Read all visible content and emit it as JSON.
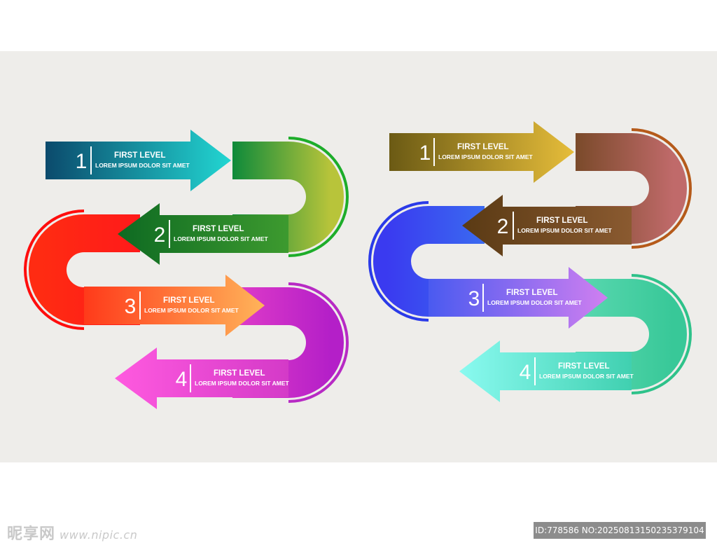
{
  "diagrams": [
    {
      "steps": [
        {
          "number": "1",
          "title": "FIRST LEVEL",
          "subtitle": "LOREM IPSUM DOLOR SIT AMET"
        },
        {
          "number": "2",
          "title": "FIRST LEVEL",
          "subtitle": "LOREM IPSUM DOLOR SIT AMET"
        },
        {
          "number": "3",
          "title": "FIRST LEVEL",
          "subtitle": "LOREM IPSUM DOLOR SIT AMET"
        },
        {
          "number": "4",
          "title": "FIRST LEVEL",
          "subtitle": "LOREM IPSUM DOLOR SIT AMET"
        }
      ],
      "colors": {
        "step1": [
          "#0b4a6c",
          "#22d6d2"
        ],
        "curve1": [
          "#0e8a3a",
          "#b8c43a"
        ],
        "arc1": "#1dad2a",
        "step2": [
          "#0e6a22",
          "#3d9a2f"
        ],
        "curve2": [
          "#ff2b12",
          "#ff1a1a"
        ],
        "arc2": "#ff0d0d",
        "step3": [
          "#ff3a1a",
          "#ffb45a"
        ],
        "curve3": [
          "#e03cc8",
          "#b41fc8"
        ],
        "arc3": "#b72ac4",
        "step4": [
          "#ff5adf",
          "#d43ac8"
        ]
      }
    },
    {
      "steps": [
        {
          "number": "1",
          "title": "FIRST LEVEL",
          "subtitle": "LOREM IPSUM DOLOR SIT AMET"
        },
        {
          "number": "2",
          "title": "FIRST LEVEL",
          "subtitle": "LOREM IPSUM DOLOR SIT AMET"
        },
        {
          "number": "3",
          "title": "FIRST LEVEL",
          "subtitle": "LOREM IPSUM DOLOR SIT AMET"
        },
        {
          "number": "4",
          "title": "FIRST LEVEL",
          "subtitle": "LOREM IPSUM DOLOR SIT AMET"
        }
      ],
      "colors": {
        "step1": [
          "#6b5a14",
          "#e6bd3a"
        ],
        "curve1": [
          "#7a4a2a",
          "#c06a6a"
        ],
        "arc1": "#b55a1a",
        "step2": [
          "#5a3a14",
          "#8a5a30"
        ],
        "curve2": [
          "#3a3af0",
          "#3a6af0"
        ],
        "arc2": "#2a3ae8",
        "step3": [
          "#4a5af0",
          "#d07ff0"
        ],
        "curve3": [
          "#5ad8b0",
          "#38c898"
        ],
        "arc3": "#2ec28a",
        "step4": [
          "#8afaf0",
          "#40d0b0"
        ]
      }
    }
  ],
  "watermark": {
    "brand": "昵享网",
    "url": "www.nipic.cn",
    "id_text": "ID:778586 NO:20250813150235379104"
  }
}
